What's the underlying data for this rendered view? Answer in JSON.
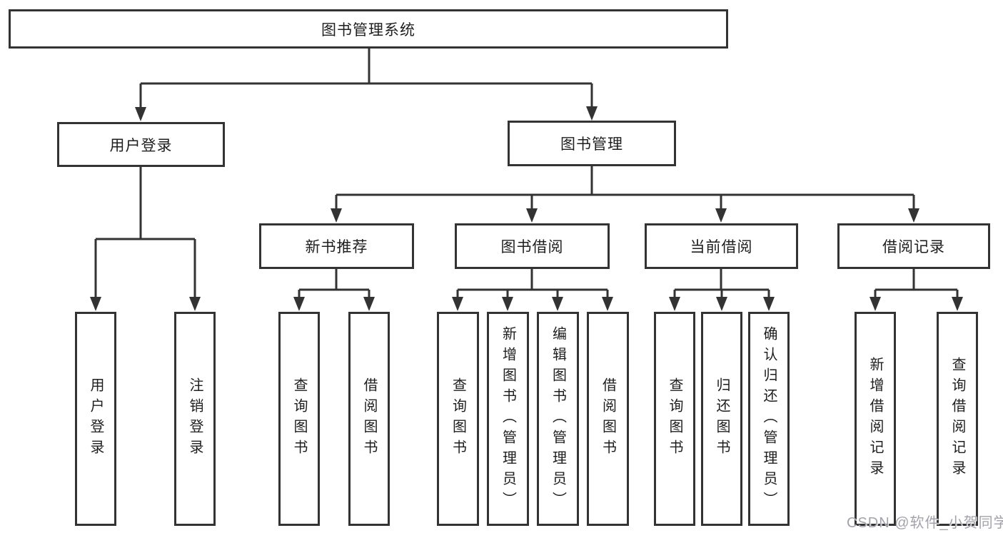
{
  "colors": {
    "line": "#333333",
    "border": "#333333",
    "text": "#1e1e1e",
    "watermark": "#a2a2ac",
    "background": "#ffffff"
  },
  "watermark": {
    "text": "CSDN @软件_小贺同学"
  },
  "tree": {
    "label": "图书管理系统",
    "children": [
      {
        "label": "用户登录",
        "children": [
          {
            "label": "用户登录"
          },
          {
            "label": "注销登录"
          }
        ]
      },
      {
        "label": "图书管理",
        "children": [
          {
            "label": "新书推荐",
            "children": [
              {
                "label": "查询图书"
              },
              {
                "label": "借阅图书"
              }
            ]
          },
          {
            "label": "图书借阅",
            "children": [
              {
                "label": "查询图书"
              },
              {
                "label": "新增图书（管理员）"
              },
              {
                "label": "编辑图书（管理员）"
              },
              {
                "label": "借阅图书"
              }
            ]
          },
          {
            "label": "当前借阅",
            "children": [
              {
                "label": "查询图书"
              },
              {
                "label": "归还图书"
              },
              {
                "label": "确认归还（管理员）"
              }
            ]
          },
          {
            "label": "借阅记录",
            "children": [
              {
                "label": "新增借阅记录"
              },
              {
                "label": "查询借阅记录"
              }
            ]
          }
        ]
      }
    ]
  }
}
